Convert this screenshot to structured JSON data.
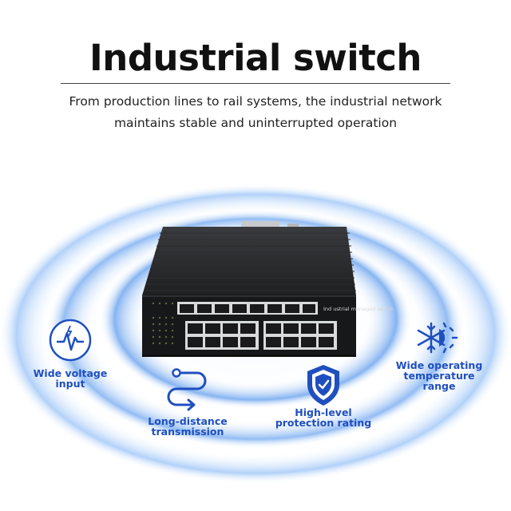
{
  "header": {
    "title": "Industrial switch",
    "subtitle_line1": "From production lines to rail systems, the industrial network",
    "subtitle_line2": "maintains stable and uninterrupted operation"
  },
  "device": {
    "label": "Ind ustrial managed switch"
  },
  "features": [
    {
      "icon": "voltage-pulse-icon",
      "line1": "Wide voltage",
      "line2": "input"
    },
    {
      "icon": "route-path-icon",
      "line1": "Long-distance",
      "line2": "transmission"
    },
    {
      "icon": "shield-check-icon",
      "line1": "High-level",
      "line2": "protection rating"
    },
    {
      "icon": "snowflake-sun-icon",
      "line1": "Wide operating",
      "line2": "temperature range"
    }
  ],
  "colors": {
    "accent": "#1f4fbf",
    "ring_glow": "#9fc3f7",
    "device_body": "#1b1c1e"
  }
}
